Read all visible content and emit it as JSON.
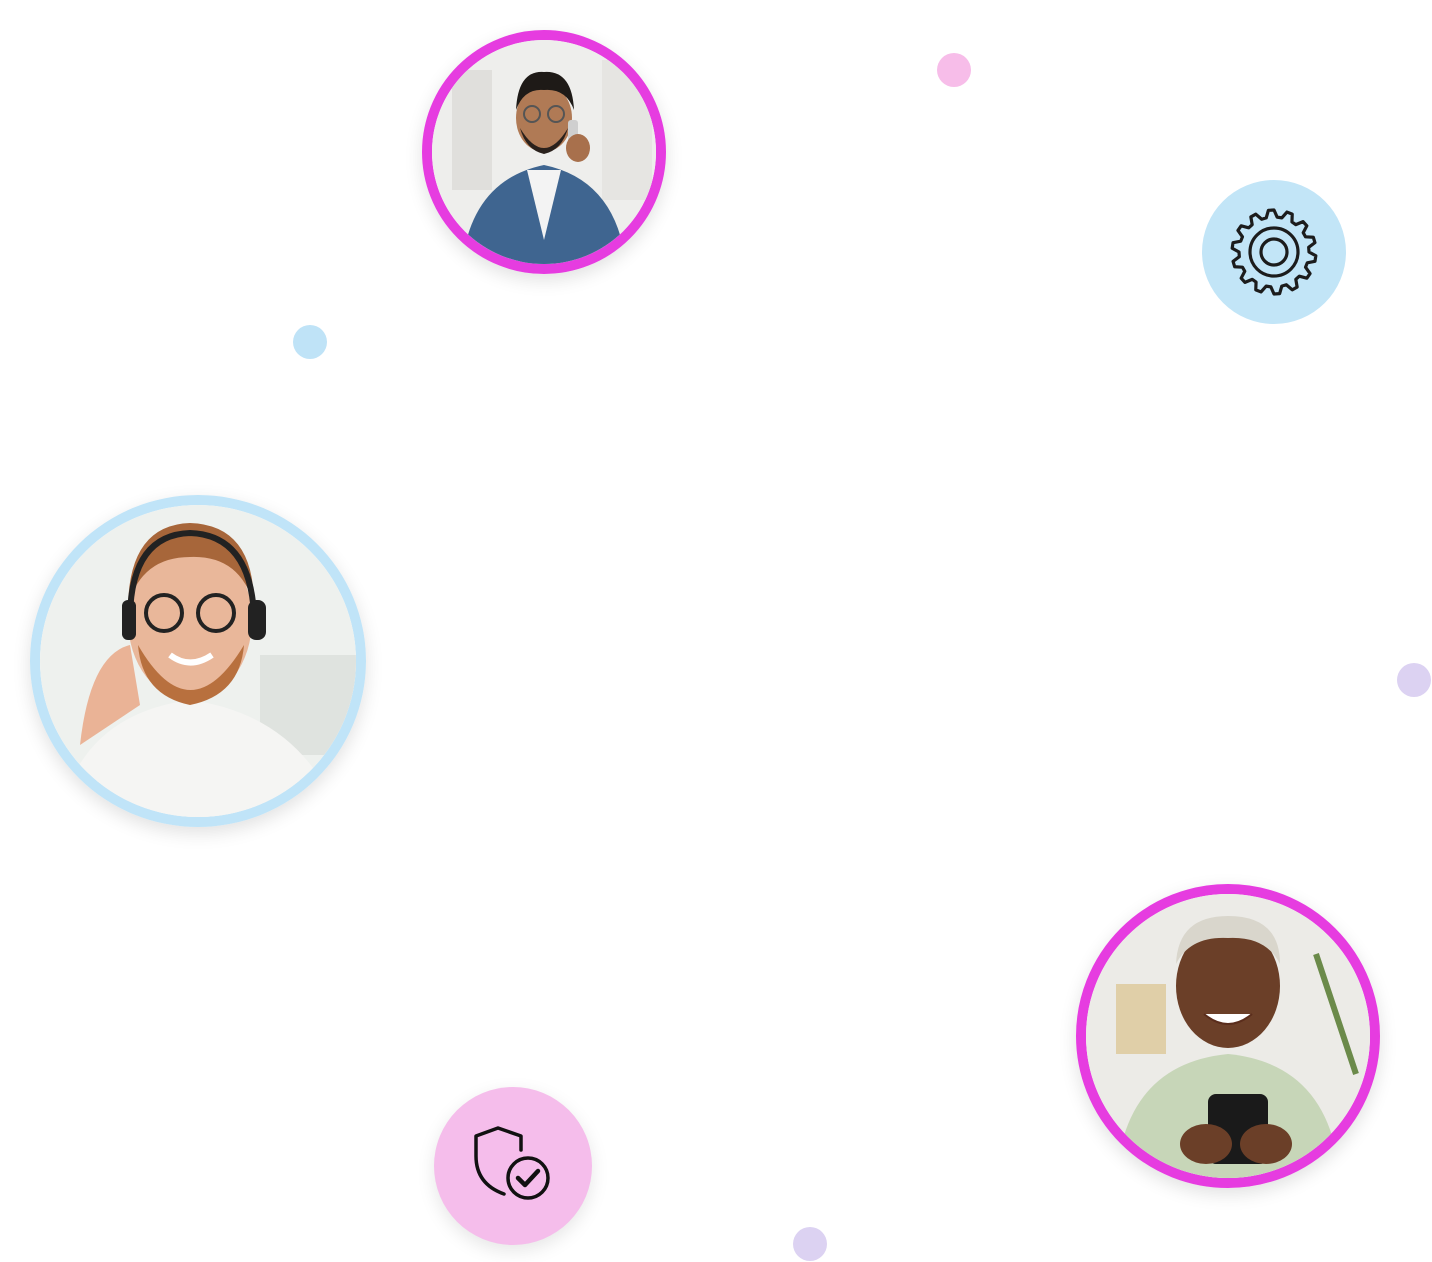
{
  "colors": {
    "magenta_ring": "#e63ce0",
    "blue_ring": "#c0e4f8",
    "gear_badge": "#c2e5f7",
    "shield_badge": "#f5bdeb",
    "dot_pink": "#f7bde9",
    "dot_blue": "#bfe3f7",
    "dot_purple": "#dcd2f2",
    "icon_stroke": "#1c1c1c"
  },
  "photos": [
    {
      "subject": "man-on-phone",
      "ring": "magenta"
    },
    {
      "subject": "man-with-headset",
      "ring": "blue"
    },
    {
      "subject": "woman-with-smartphone",
      "ring": "magenta"
    }
  ],
  "badges": [
    {
      "icon": "gear-icon"
    },
    {
      "icon": "shield-check-icon"
    }
  ]
}
